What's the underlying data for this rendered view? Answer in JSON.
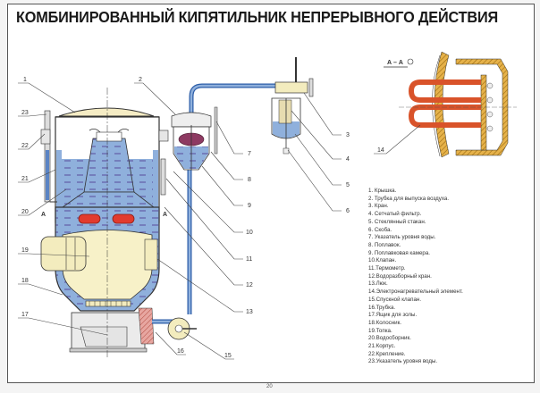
{
  "title": "КОМБИНИРОВАННЫЙ КИПЯТИЛЬНИК НЕПРЕРЫВНОГО ДЕЙСТВИЯ",
  "section_label": "А – А",
  "section_markers": [
    "А",
    "А"
  ],
  "callouts": [
    "1",
    "2",
    "3",
    "4",
    "5",
    "6",
    "7",
    "8",
    "9",
    "10",
    "11",
    "12",
    "13",
    "14",
    "15",
    "16",
    "17",
    "18",
    "19",
    "20",
    "21",
    "22",
    "23"
  ],
  "legend": [
    "1. Крышка.",
    "2. Трубка для выпуска воздуха.",
    "3. Кран.",
    "4. Сетчатый фильтр.",
    "5. Стеклянный стакан.",
    "6. Скоба.",
    "7. Указатель уровня воды.",
    "8. Поплавок.",
    "9.  Поплавковая камера.",
    "10.Клапан.",
    "11.Термометр.",
    "12.Водоразборный кран.",
    "13.Люк.",
    "14.Электронагревательный элемент.",
    "15.Спускной клапан.",
    "16.Трубка.",
    "17.Ящик для золы.",
    "18.Колосник.",
    "19.Топка.",
    "20.Водосборник.",
    "21.Корпус.",
    "22.Крепление.",
    "23.Указатель уровня воды."
  ],
  "page_number": "20",
  "colors": {
    "water": "#8fb0dc",
    "water_dark": "#3d6fb5",
    "firebox": "#f7f1c8",
    "heater": "#d9532a",
    "heater_element": "#e23b2e",
    "float": "#8e3a62",
    "housing": "#d89a2a"
  }
}
